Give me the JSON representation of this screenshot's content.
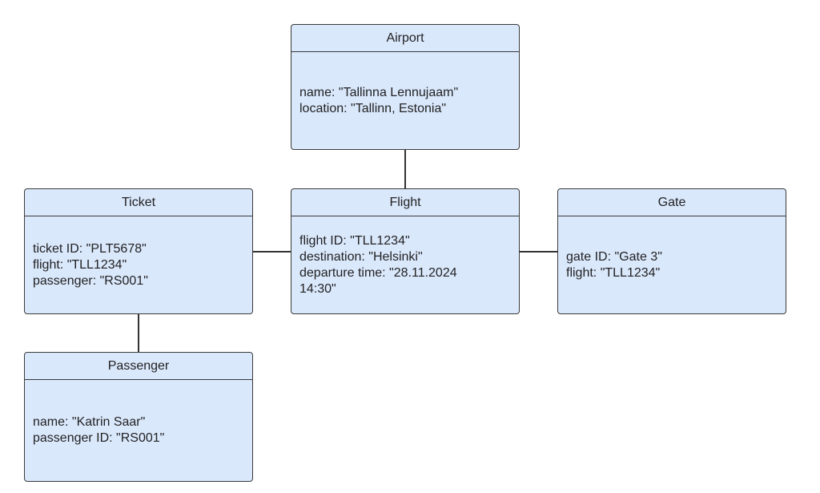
{
  "diagram": {
    "airport": {
      "title": "Airport",
      "attrs": [
        "name: \"Tallinna Lennujaam\"",
        "location: \"Tallinn, Estonia\""
      ]
    },
    "ticket": {
      "title": "Ticket",
      "attrs": [
        "ticket ID: \"PLT5678\"",
        "flight: \"TLL1234\"",
        "passenger: \"RS001\""
      ]
    },
    "flight": {
      "title": "Flight",
      "attrs": [
        "flight ID: \"TLL1234\"",
        "destination: \"Helsinki\"",
        "departure time: \"28.11.2024",
        "14:30\""
      ]
    },
    "gate": {
      "title": "Gate",
      "attrs": [
        "gate ID: \"Gate 3\"",
        "flight: \"TLL1234\""
      ]
    },
    "passenger": {
      "title": "Passenger",
      "attrs": [
        "name: \"Katrin Saar\"",
        "passenger ID: \"RS001\""
      ]
    }
  },
  "colors": {
    "box_fill": "#dae8fc",
    "box_border": "#3a3a3a",
    "connector": "#333333"
  }
}
